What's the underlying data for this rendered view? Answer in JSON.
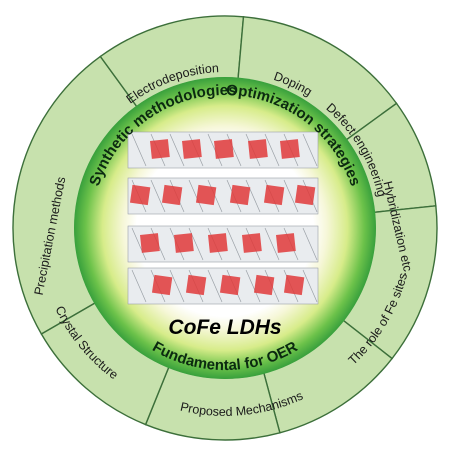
{
  "center": {
    "title": "CoFe LDHs"
  },
  "ring_labels": {
    "synthetic": "Synthetic methodologies",
    "optimization": "Optimization strategies",
    "fundamental": "Fundamental for OER"
  },
  "segments": [
    {
      "label": "Electrodeposition"
    },
    {
      "label": "Doping"
    },
    {
      "label": "Defect engineering"
    },
    {
      "label": "Hybridization etc."
    },
    {
      "label": "The role of Fe sites"
    },
    {
      "label": "Proposed Mechanisms"
    },
    {
      "label": "Crystal Structure"
    },
    {
      "label": "Precipitation methods"
    }
  ],
  "colors": {
    "outer_segment_fill": "#c7e1ad",
    "outer_segment_stroke": "#3c6f3a",
    "ring_glow_inner": "#2f9a3a",
    "ring_glow_outer": "#f3f7c2",
    "crystal_red": "#e03a3a",
    "crystal_gray": "#9aa0a6"
  }
}
